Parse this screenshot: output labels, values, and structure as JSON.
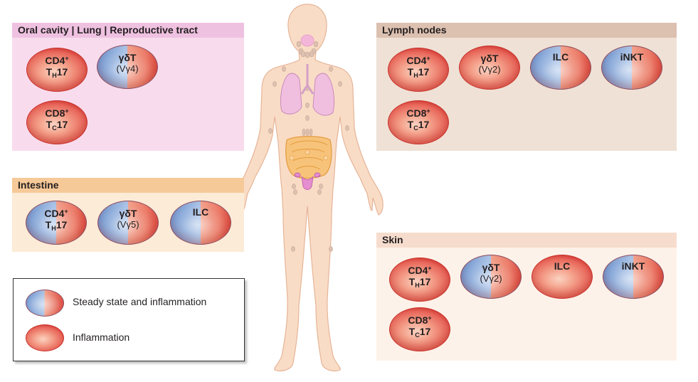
{
  "colors": {
    "panel_pink": "#f8dcee",
    "header_pink": "#efc1e0",
    "panel_tan": "#efe1d5",
    "header_tan": "#dcc0b0",
    "panel_intestine": "#fcebd7",
    "header_intestine": "#f6c998",
    "panel_skin": "#fdf2e9",
    "header_skin": "#f6dccd",
    "inflammation_red": "#e8665a",
    "steady_blue": "#6f95cf",
    "body_fill": "#f9dcc6",
    "lung_fill": "#f0bfe0",
    "intestine_fill": "#f5b15c"
  },
  "panels": {
    "oral": {
      "title": "Oral cavity | Lung | Reproductive tract",
      "cells": [
        {
          "type": "red",
          "main": "CD4",
          "sup": "+",
          "line2": "T",
          "sub": "H",
          "tail": "17"
        },
        {
          "type": "split",
          "main": "γδT",
          "line2": "(Vγ4)"
        },
        {
          "type": "red",
          "main": "CD8",
          "sup": "+",
          "line2": "T",
          "sub": "C",
          "tail": "17"
        }
      ]
    },
    "lymph": {
      "title": "Lymph nodes",
      "cells": [
        {
          "type": "red",
          "main": "CD4",
          "sup": "+",
          "line2": "T",
          "sub": "H",
          "tail": "17"
        },
        {
          "type": "red",
          "main": "γδT",
          "line2": "(Vγ2)"
        },
        {
          "type": "split",
          "main": "ILC"
        },
        {
          "type": "split",
          "main": "iNKT"
        },
        {
          "type": "red",
          "main": "CD8",
          "sup": "+",
          "line2": "T",
          "sub": "C",
          "tail": "17"
        }
      ]
    },
    "intestine": {
      "title": "Intestine",
      "cells": [
        {
          "type": "split",
          "main": "CD4",
          "sup": "+",
          "line2": "T",
          "sub": "H",
          "tail": "17"
        },
        {
          "type": "split",
          "main": "γδT",
          "line2": "(Vγ5)"
        },
        {
          "type": "split",
          "main": "ILC"
        }
      ]
    },
    "skin": {
      "title": "Skin",
      "cells": [
        {
          "type": "red",
          "main": "CD4",
          "sup": "+",
          "line2": "T",
          "sub": "H",
          "tail": "17"
        },
        {
          "type": "split",
          "main": "γδT",
          "line2": "(Vγ2)"
        },
        {
          "type": "red",
          "main": "ILC"
        },
        {
          "type": "split",
          "main": "iNKT"
        },
        {
          "type": "red",
          "main": "CD8",
          "sup": "+",
          "line2": "T",
          "sub": "C",
          "tail": "17"
        }
      ]
    }
  },
  "legend": {
    "items": [
      {
        "type": "split",
        "label": "Steady state and inflammation"
      },
      {
        "type": "red",
        "label": "Inflammation"
      }
    ]
  }
}
